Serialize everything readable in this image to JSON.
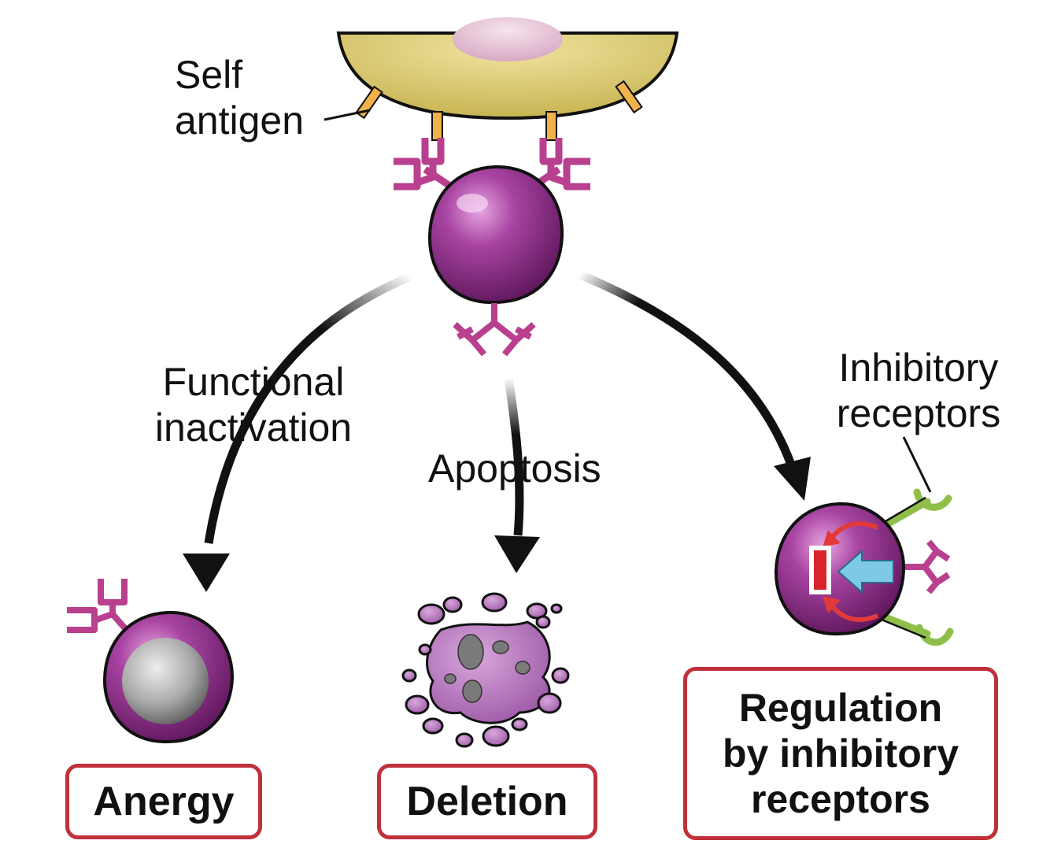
{
  "labels": {
    "self_antigen_1": "Self",
    "self_antigen_2": "antigen",
    "functional_1": "Functional",
    "functional_2": "inactivation",
    "apoptosis": "Apoptosis",
    "inhibitory_1": "Inhibitory",
    "inhibitory_2": "receptors"
  },
  "outcomes": {
    "anergy": "Anergy",
    "deletion": "Deletion",
    "regulation_1": "Regulation",
    "regulation_2": "by inhibitory",
    "regulation_3": "receptors"
  },
  "colors": {
    "apc_cell": "#d9c96a",
    "lymphocyte": "#8a2c86",
    "receptor": "#b8408f",
    "antigen": "#f0b24a",
    "inhibitory_receptor": "#8fbf48",
    "outcome_border": "#c0313a",
    "signal_arrow": "#7ec8e8",
    "block": "#d8242a"
  }
}
